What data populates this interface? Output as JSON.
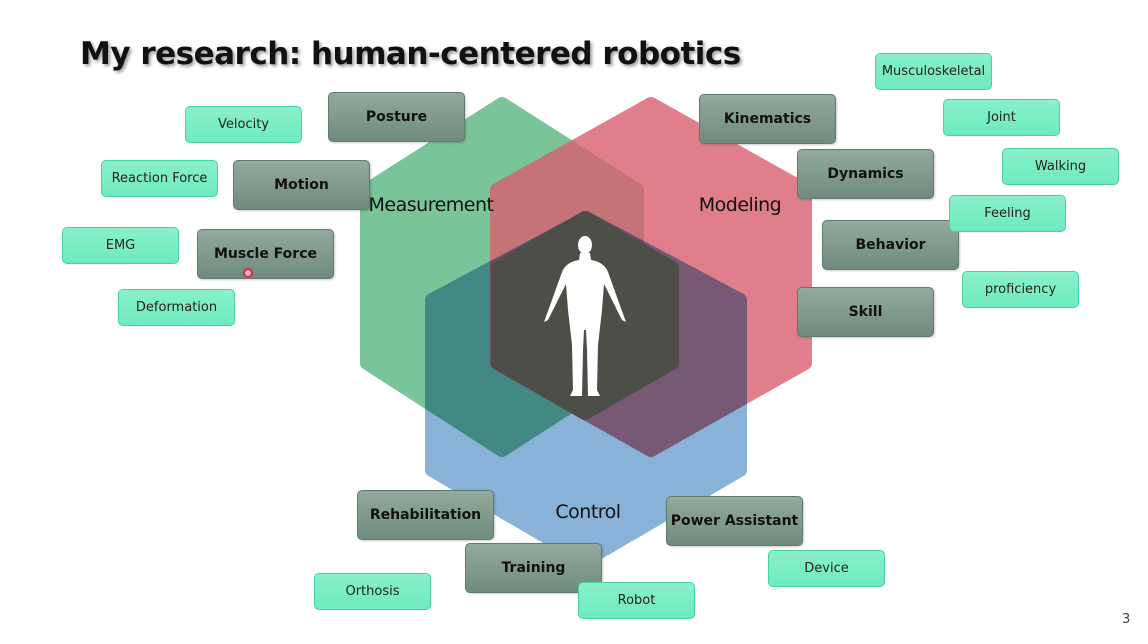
{
  "title": "My research: human-centered robotics",
  "page_number": "3",
  "colors": {
    "measurement": "#5cb883",
    "modeling": "#d9606f",
    "control": "#6a9fcf",
    "core": "#4e4e48",
    "category_box": "#7f9a8c",
    "item_box": "#7eeec4"
  },
  "areas": {
    "measurement": "Measurement",
    "modeling": "Modeling",
    "control": "Control"
  },
  "center_icon": "human-body-icon",
  "categories": {
    "posture": "Posture",
    "motion": "Motion",
    "muscle_force": "Muscle Force",
    "kinematics": "Kinematics",
    "dynamics": "Dynamics",
    "behavior": "Behavior",
    "skill": "Skill",
    "rehabilitation": "Rehabilitation",
    "training": "Training",
    "power_assistant": "Power Assistant"
  },
  "items": {
    "velocity": "Velocity",
    "reaction_force": "Reaction Force",
    "emg": "EMG",
    "deformation": "Deformation",
    "musculoskeletal": "Musculoskeletal",
    "joint": "Joint",
    "walking": "Walking",
    "feeling": "Feeling",
    "proficiency": "proficiency",
    "orthosis": "Orthosis",
    "device": "Device",
    "robot": "Robot"
  }
}
